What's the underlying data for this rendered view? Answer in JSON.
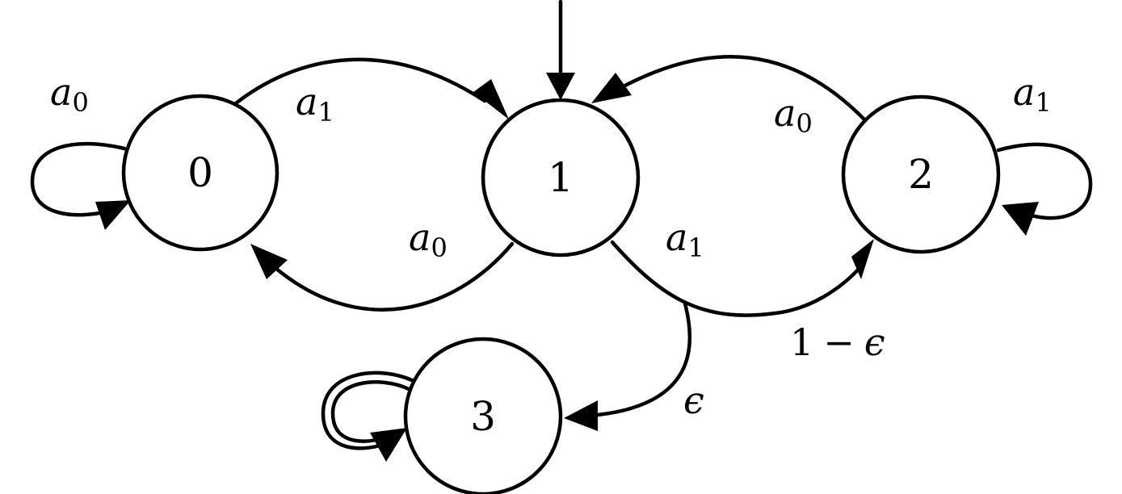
{
  "states": [
    {
      "id": "0",
      "label": "0"
    },
    {
      "id": "1",
      "label": "1"
    },
    {
      "id": "2",
      "label": "2"
    },
    {
      "id": "3",
      "label": "3"
    }
  ],
  "initial_state": "1",
  "transitions": [
    {
      "from": "0",
      "to": "0",
      "label": {
        "base": "a",
        "sub": "0"
      }
    },
    {
      "from": "0",
      "to": "1",
      "label": {
        "base": "a",
        "sub": "1"
      }
    },
    {
      "from": "1",
      "to": "0",
      "label": {
        "base": "a",
        "sub": "0"
      }
    },
    {
      "from": "2",
      "to": "1",
      "label": {
        "base": "a",
        "sub": "0"
      }
    },
    {
      "from": "2",
      "to": "2",
      "label": {
        "base": "a",
        "sub": "1"
      }
    },
    {
      "from": "1",
      "to": "2",
      "label": {
        "base": "a",
        "sub": "1"
      }
    },
    {
      "from": "3",
      "to": "3",
      "label": null
    }
  ],
  "branch_probabilities": {
    "to_state_2": {
      "one": "1",
      "minus": "−",
      "eps": "ϵ"
    },
    "to_state_3": {
      "eps": "ϵ"
    }
  },
  "colors": {
    "stroke": "#000000",
    "background": "#ffffff"
  }
}
